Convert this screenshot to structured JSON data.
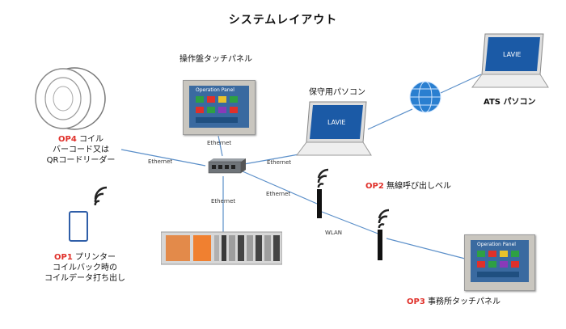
{
  "title": "システムレイアウト",
  "labels": {
    "touch_panel": "操作盤タッチパネル",
    "maint_pc": "保守用パソコン",
    "ats_pc": "ATS パソコン",
    "op4_code": "OP4",
    "op4_line1": "コイル",
    "op4_line2": "バーコード又は",
    "op4_line3": "QRコードリーダー",
    "op1_code": "OP1",
    "op1_line1": "プリンター",
    "op1_line2": "コイルバック時の",
    "op1_line3": "コイルデータ打ち出し",
    "op2_code": "OP2",
    "op2_text": "無線呼び出しベル",
    "op3_code": "OP3",
    "op3_text": "事務所タッチパネル"
  },
  "links": {
    "eth_panel": "Ethernet",
    "eth_reader": "Ethernet",
    "eth_pc": "Ethernet",
    "eth_plc": "Ethernet",
    "eth_antenna": "Ethernet",
    "wlan": "WLAN"
  },
  "devices": {
    "laptop_brand": "LAVIE",
    "panel_header": "Operation Panel"
  },
  "colors": {
    "accent_red": "#e0302a",
    "link_blue": "#5b8fc9"
  }
}
